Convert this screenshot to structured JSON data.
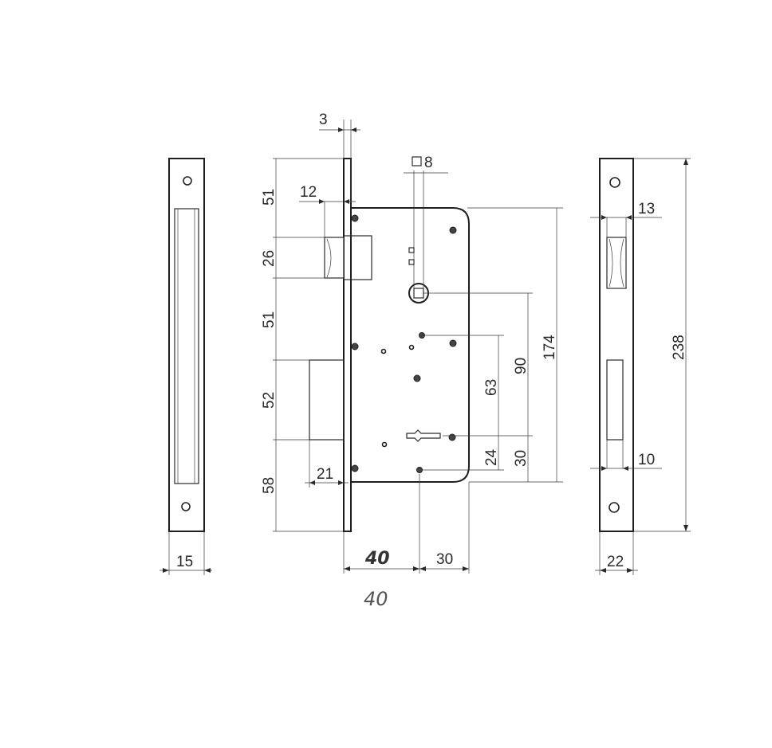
{
  "dimensions": {
    "backset_gap": "3",
    "spindle_square": "8",
    "latch_offset": "12",
    "top_to_latch": "51",
    "latch_height": "26",
    "latch_to_bolt": "51",
    "bolt_height": "52",
    "bolt_to_bottom": "58",
    "bolt_throw": "21",
    "faceplate_width_left": "15",
    "backset_total": "40",
    "body_right": "30",
    "case_to_key": "63",
    "key_to_bottom_small": "24",
    "follower_to_key": "90",
    "key_to_bottom": "30",
    "case_height": "174",
    "strike_latch_width": "13",
    "strike_height": "238",
    "strike_bolt_width": "10",
    "strike_width": "22"
  },
  "handwritten_note": "40"
}
